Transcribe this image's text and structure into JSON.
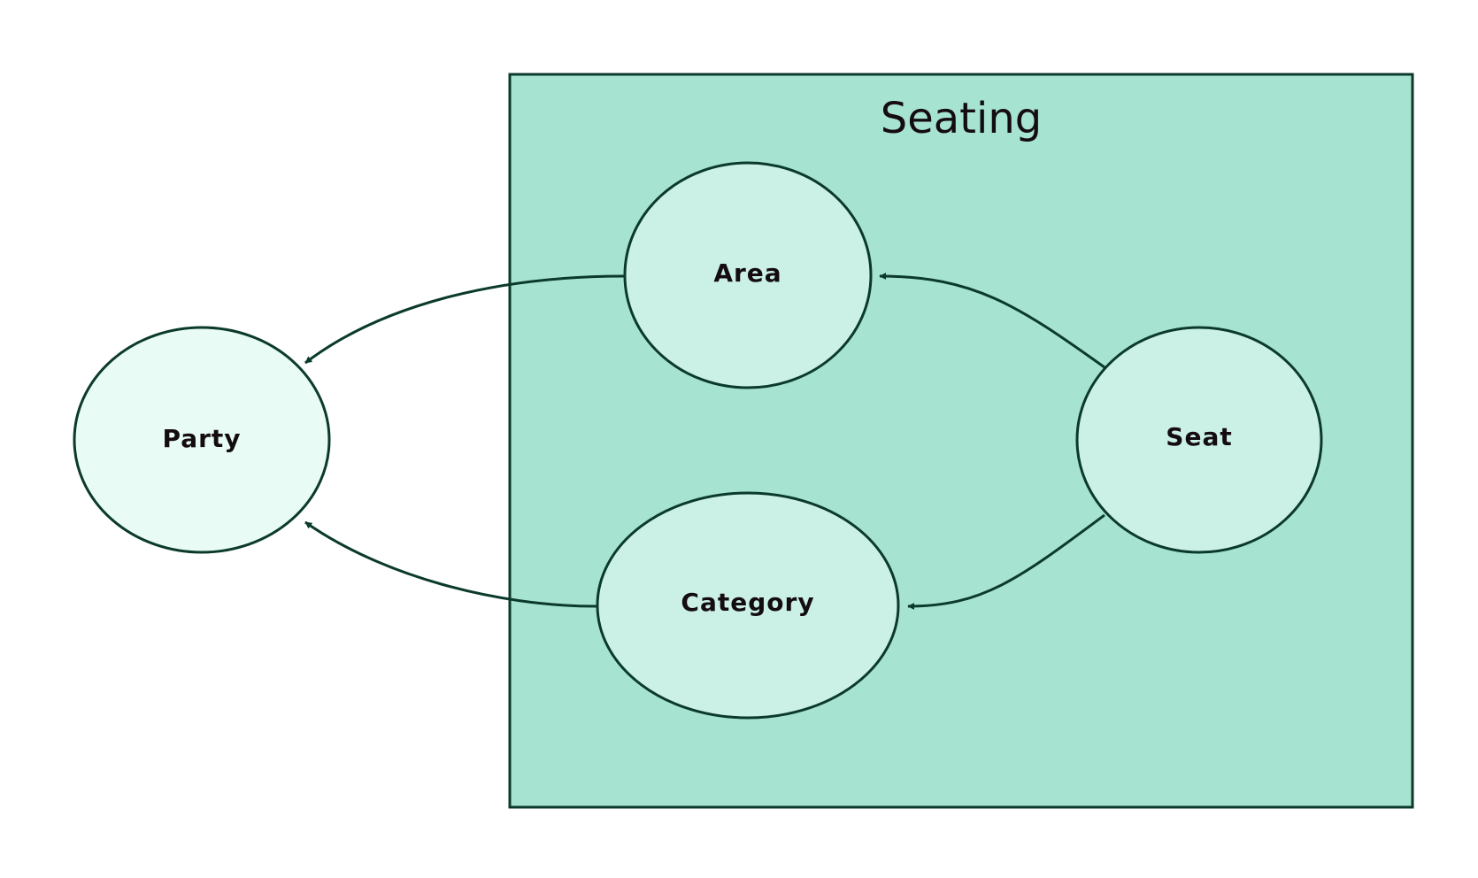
{
  "colors": {
    "stroke": "#0b3a2c",
    "cluster_fill": "#a6e3d1",
    "inner_node_fill": "#cbf1e6",
    "outer_node_fill": "#e8fbf5",
    "text": "#140c10"
  },
  "cluster": {
    "label": "Seating"
  },
  "nodes": {
    "party": {
      "label": "Party"
    },
    "area": {
      "label": "Area"
    },
    "category": {
      "label": "Category"
    },
    "seat": {
      "label": "Seat"
    }
  },
  "edges": [
    {
      "from": "Area",
      "to": "Party"
    },
    {
      "from": "Category",
      "to": "Party"
    },
    {
      "from": "Seat",
      "to": "Area"
    },
    {
      "from": "Seat",
      "to": "Category"
    }
  ]
}
